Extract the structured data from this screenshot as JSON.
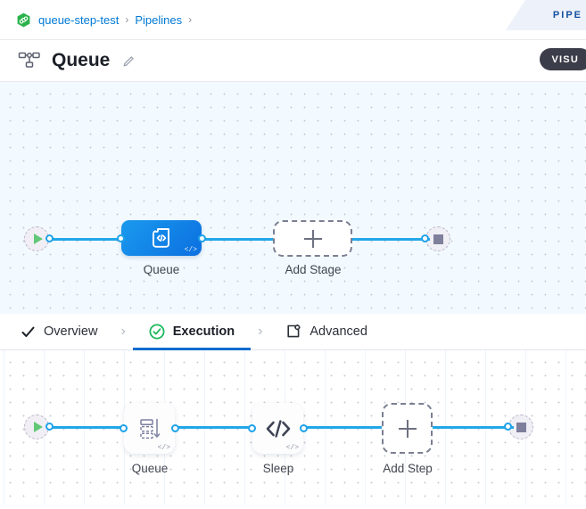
{
  "breadcrumb": {
    "project_icon": "hexagon-link-icon",
    "items": [
      {
        "label": "queue-step-test",
        "href": "#"
      },
      {
        "label": "Pipelines",
        "href": "#"
      }
    ],
    "separator": "›",
    "trailing_separator": "›"
  },
  "corner_ribbon": {
    "label": "PIPE",
    "color": "#14519e",
    "background": "#edf1fa"
  },
  "title": {
    "icon": "pipeline-graph-icon",
    "text": "Queue",
    "edit_icon": "pencil-icon"
  },
  "visual_toggle": {
    "label": "VISU",
    "background": "#3c3d4a",
    "text_color": "#ffffff"
  },
  "stage_canvas": {
    "name": "stage-graph-canvas",
    "background": "#f2faff",
    "start_node": {
      "icon": "play-icon",
      "color": "#62c878"
    },
    "end_node": {
      "icon": "stop-square-icon",
      "color": "#7e7f9b"
    },
    "nodes": [
      {
        "id": "queue-stage",
        "label": "Queue",
        "type": "stage",
        "selected": true,
        "icon": "code-block-icon",
        "badge": "</>",
        "color": "#0b6fe0"
      },
      {
        "id": "add-stage",
        "label": "Add Stage",
        "type": "add",
        "icon": "plus-icon"
      }
    ]
  },
  "tabs": {
    "items": [
      {
        "id": "overview",
        "label": "Overview",
        "icon": "check-icon",
        "active": false
      },
      {
        "id": "execution",
        "label": "Execution",
        "icon": "check-circle-green-icon",
        "active": true
      },
      {
        "id": "advanced",
        "label": "Advanced",
        "icon": "box-gear-icon",
        "active": false
      }
    ],
    "separator": "›",
    "active_color": "#0f6ccd",
    "active_icon_color": "#1cb85c"
  },
  "step_canvas": {
    "name": "step-graph-canvas",
    "background": "#ffffff",
    "start_node": {
      "icon": "play-icon",
      "color": "#62c878"
    },
    "end_node": {
      "icon": "stop-square-icon",
      "color": "#7e7f9b"
    },
    "nodes": [
      {
        "id": "queue-step",
        "label": "Queue",
        "type": "step",
        "icon": "queue-stack-icon",
        "badge": "</>"
      },
      {
        "id": "sleep-step",
        "label": "Sleep",
        "type": "step",
        "icon": "code-angle-icon",
        "badge": "</>"
      },
      {
        "id": "add-step",
        "label": "Add Step",
        "type": "add",
        "icon": "plus-icon"
      }
    ]
  },
  "colors": {
    "edge": "#22a7e8",
    "port_stroke": "#1fa2e8",
    "link": "#0078d4",
    "title": "#1b1f27"
  }
}
